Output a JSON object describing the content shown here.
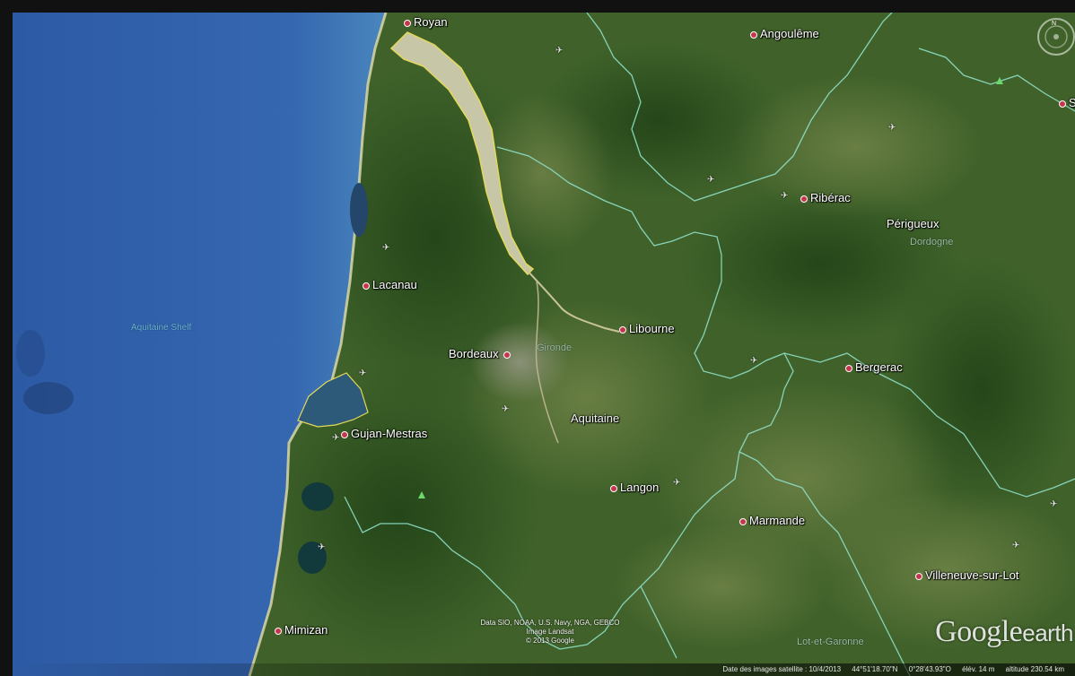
{
  "places": {
    "royan": "Royan",
    "angouleme": "Angoulême",
    "sa": "Sa",
    "riberac": "Ribérac",
    "perigueux": "Périgueux",
    "dordogne": "Dordogne",
    "lacanau": "Lacanau",
    "libourne": "Libourne",
    "bordeaux": "Bordeaux",
    "gironde": "Gironde",
    "bergerac": "Bergerac",
    "aquitaine": "Aquitaine",
    "gujan": "Gujan-Mestras",
    "langon": "Langon",
    "marmande": "Marmande",
    "villeneuve": "Villeneuve-sur-Lot",
    "mimizan": "Mimizan",
    "lot_et_garonne": "Lot-et-Garonne",
    "aquitaine_shelf": "Aquitaine Shelf"
  },
  "attribution": {
    "line1": "Data SIO, NOAA, U.S. Navy, NGA, GEBCO",
    "line2": "Image Landsat",
    "line3": "© 2013 Google"
  },
  "logo": {
    "brand": "Google",
    "product": "earth"
  },
  "status": {
    "imagery_date": "Date des images satellite : 10/4/2013",
    "lat": "44°51'18.70\"N",
    "lon": "0°28'43.93\"O",
    "elev": "élév. 14 m",
    "altitude": "altitude 230.54 km"
  },
  "compass": {
    "north": "N"
  },
  "colors": {
    "ocean": "#2f5ea8",
    "land": "#3f6223",
    "boundary": "#8fe0c8",
    "estuary_outline": "#e4d95a",
    "city_dot": "#c8344b"
  }
}
